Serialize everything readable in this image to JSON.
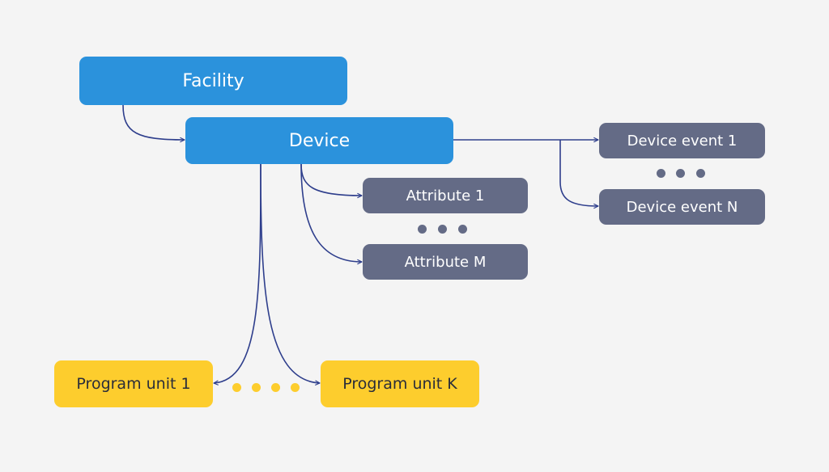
{
  "nodes": {
    "facility": "Facility",
    "device": "Device",
    "attribute_first": "Attribute 1",
    "attribute_last": "Attribute M",
    "device_event_first": "Device event 1",
    "device_event_last": "Device event N",
    "program_unit_first": "Program unit 1",
    "program_unit_last": "Program unit K"
  },
  "colors": {
    "background": "#f4f4f4",
    "entity_blue": "#2b92dc",
    "child_gray": "#646b86",
    "program_yellow": "#fdcd2d",
    "connector": "#2e3e8c"
  }
}
